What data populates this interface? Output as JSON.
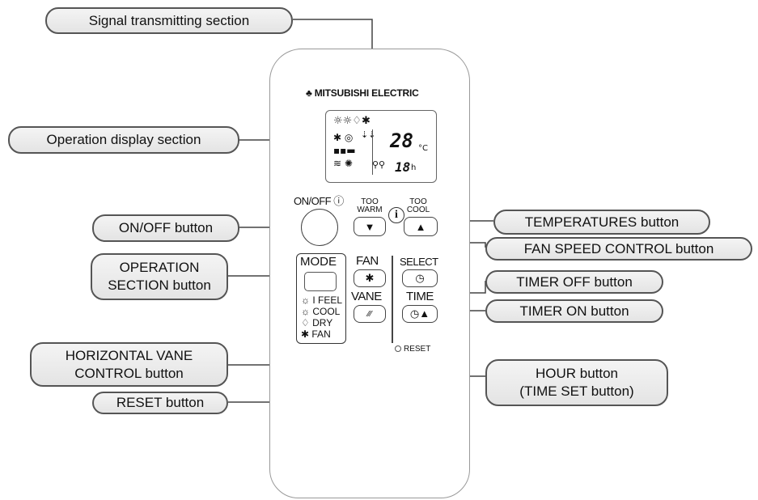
{
  "callouts": {
    "signal": "Signal transmitting section",
    "display": "Operation display section",
    "onoff": "ON/OFF button",
    "operation": "OPERATION\nSECTION button",
    "vane": "HORIZONTAL VANE\nCONTROL button",
    "reset": "RESET button",
    "temperatures": "TEMPERATURES button",
    "fan_speed": "FAN SPEED CONTROL button",
    "timer_off": "TIMER OFF button",
    "timer_on": "TIMER ON button",
    "hour": "HOUR button\n(TIME SET button)"
  },
  "remote": {
    "brand": "MITSUBISHI ELECTRIC",
    "lcd": {
      "mode_icons": "☼☼♢✱",
      "temp": "28",
      "temp_unit": "°C",
      "hours": "18",
      "hours_unit": "h"
    },
    "onoff_label": "ON/OFF ⓘ",
    "too_warm_top": "TOO",
    "too_warm_bottom": "WARM",
    "too_cool_top": "TOO",
    "too_cool_bottom": "COOL",
    "info_symbol": "i",
    "down_arrow": "▼",
    "up_arrow": "▲",
    "mode_label": "MODE",
    "mode_items": [
      "I FEEL",
      "COOL",
      "DRY",
      "FAN"
    ],
    "fan_label": "FAN",
    "vane_label": "VANE",
    "select_label": "SELECT",
    "time_label": "TIME",
    "reset_label": "RESET"
  }
}
